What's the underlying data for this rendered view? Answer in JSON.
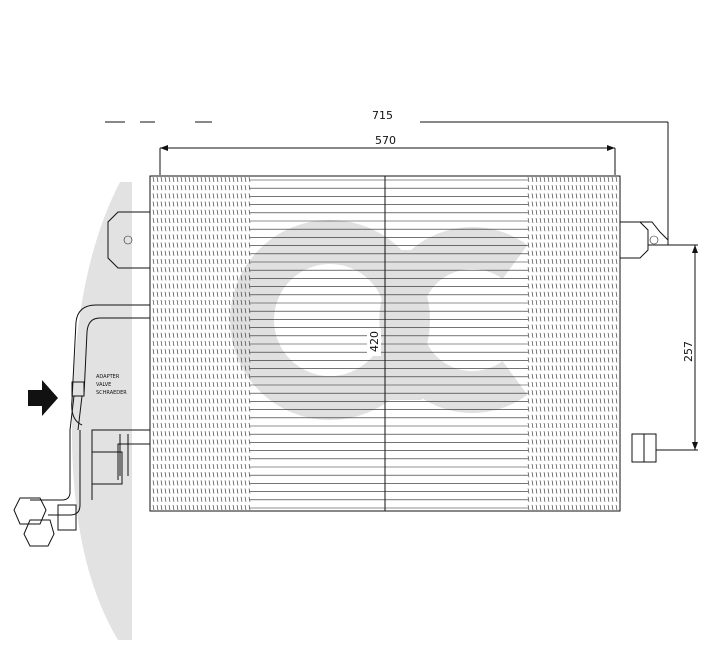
{
  "watermark": {
    "text": "ac",
    "color": "#d6d6d6"
  },
  "dimensions": {
    "overall_width": "715",
    "core_width": "570",
    "core_height": "420",
    "port_spacing": "257"
  },
  "fitting_label": [
    "ADAPTER",
    "VALVE",
    "SCHRAEDER"
  ],
  "colors": {
    "line": "#111111",
    "arrow": "#111111"
  },
  "icons": {
    "flow_arrow": "arrow-right-icon"
  }
}
